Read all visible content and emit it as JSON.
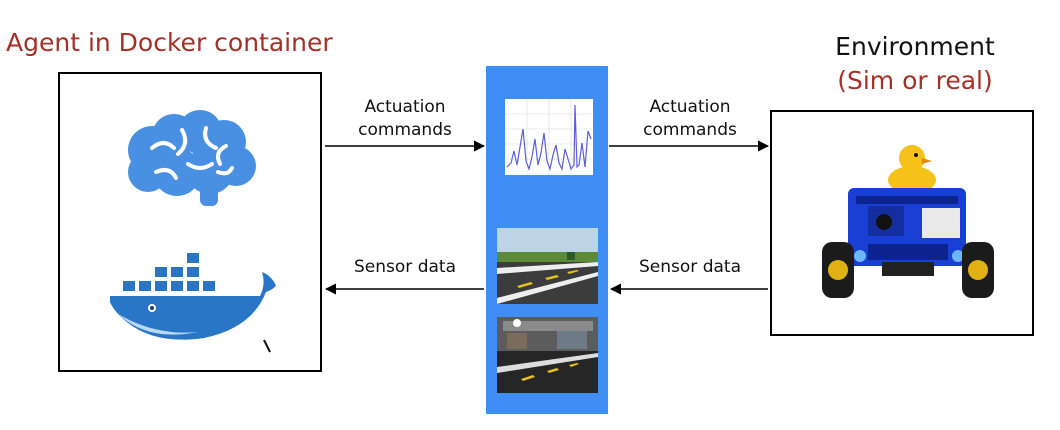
{
  "agent": {
    "title": "Agent in Docker container"
  },
  "environment": {
    "title": "Environment",
    "subtitle": "(Sim or real)"
  },
  "flows": {
    "actuation_left": [
      "Actuation",
      "commands"
    ],
    "actuation_right": [
      "Actuation",
      "commands"
    ],
    "sensor_left": "Sensor data",
    "sensor_right": "Sensor data"
  },
  "icons": {
    "brain": "brain-icon",
    "docker": "docker-whale-icon",
    "robot": "duckiebot-robot",
    "chart": "signal-chart",
    "sim": "simulated-road-camera",
    "real": "real-road-camera"
  },
  "colors": {
    "accent": "#a33128",
    "strip": "#3f8ef5",
    "brain": "#4a90e2",
    "docker": "#2a76c6"
  }
}
